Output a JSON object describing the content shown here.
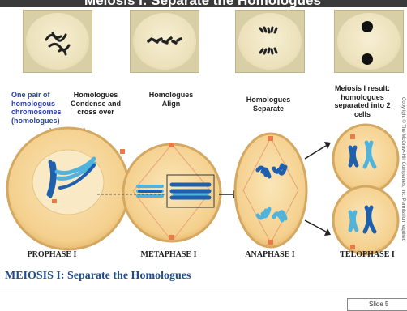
{
  "title": "Meiosis I: Separate the Homologues",
  "labels": {
    "one_pair": "One pair of homologous chromosomes (homologues)",
    "condense": "Homologues Condense and cross over",
    "align": "Homologues Align",
    "separate": "Homologues Separate",
    "result": "Meiosis I result: homologues separated into 2 cells"
  },
  "phases": [
    "PROPHASE I",
    "METAPHASE I",
    "ANAPHASE I",
    "TELOPHASE I"
  ],
  "footer": {
    "title": "MEIOSIS I: Separate the Homologues",
    "slide": "Slide 5"
  },
  "credit": "Copyright © The McGraw-Hill Companies, Inc. Permission required",
  "colors": {
    "cell_fill": "#f6d79b",
    "cell_edge": "#cfa25a",
    "chromosome_dark": "#1e5fae",
    "chromosome_light": "#4fb3dc",
    "centrosome": "#e87b4a",
    "label_blue": "#2a43a8",
    "footer_title": "#1f4e8c"
  }
}
